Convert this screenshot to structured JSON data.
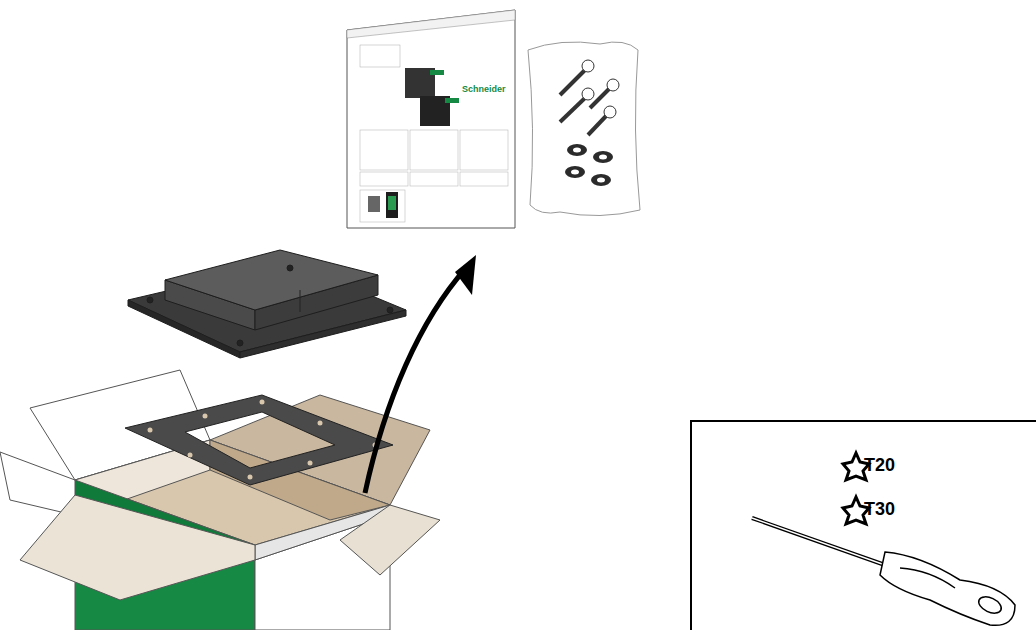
{
  "diagram": {
    "nodes": [
      {
        "text": [
          "T20",
          "T30"
        ]
      }
    ],
    "labels": [
      "Schneider"
    ]
  }
}
